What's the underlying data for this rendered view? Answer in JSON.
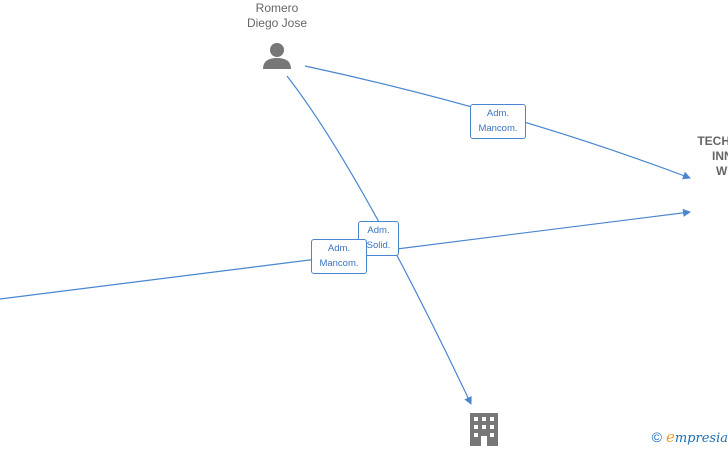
{
  "person": {
    "name_line1": "Romero",
    "name_line2": "Diego Jose",
    "icon": "person-icon"
  },
  "company_right": {
    "line1": "TECHN",
    "line2": "INNO",
    "line3": "WIT",
    "icon": "building-icon"
  },
  "company_bottom": {
    "icon": "building-icon"
  },
  "edges": [
    {
      "id": "e1",
      "label_line1": "Adm.",
      "label_line2": "Mancom."
    },
    {
      "id": "e2",
      "label_line1": "Adm.",
      "label_line2": "Solid."
    },
    {
      "id": "e3",
      "label_line1": "Adm.",
      "label_line2": "Mancom."
    }
  ],
  "watermark": {
    "copyright": "©",
    "brand_initial": "e",
    "brand_rest": "mpresia"
  },
  "colors": {
    "edge": "#4a86d0",
    "icon": "#777777",
    "text": "#666666"
  }
}
